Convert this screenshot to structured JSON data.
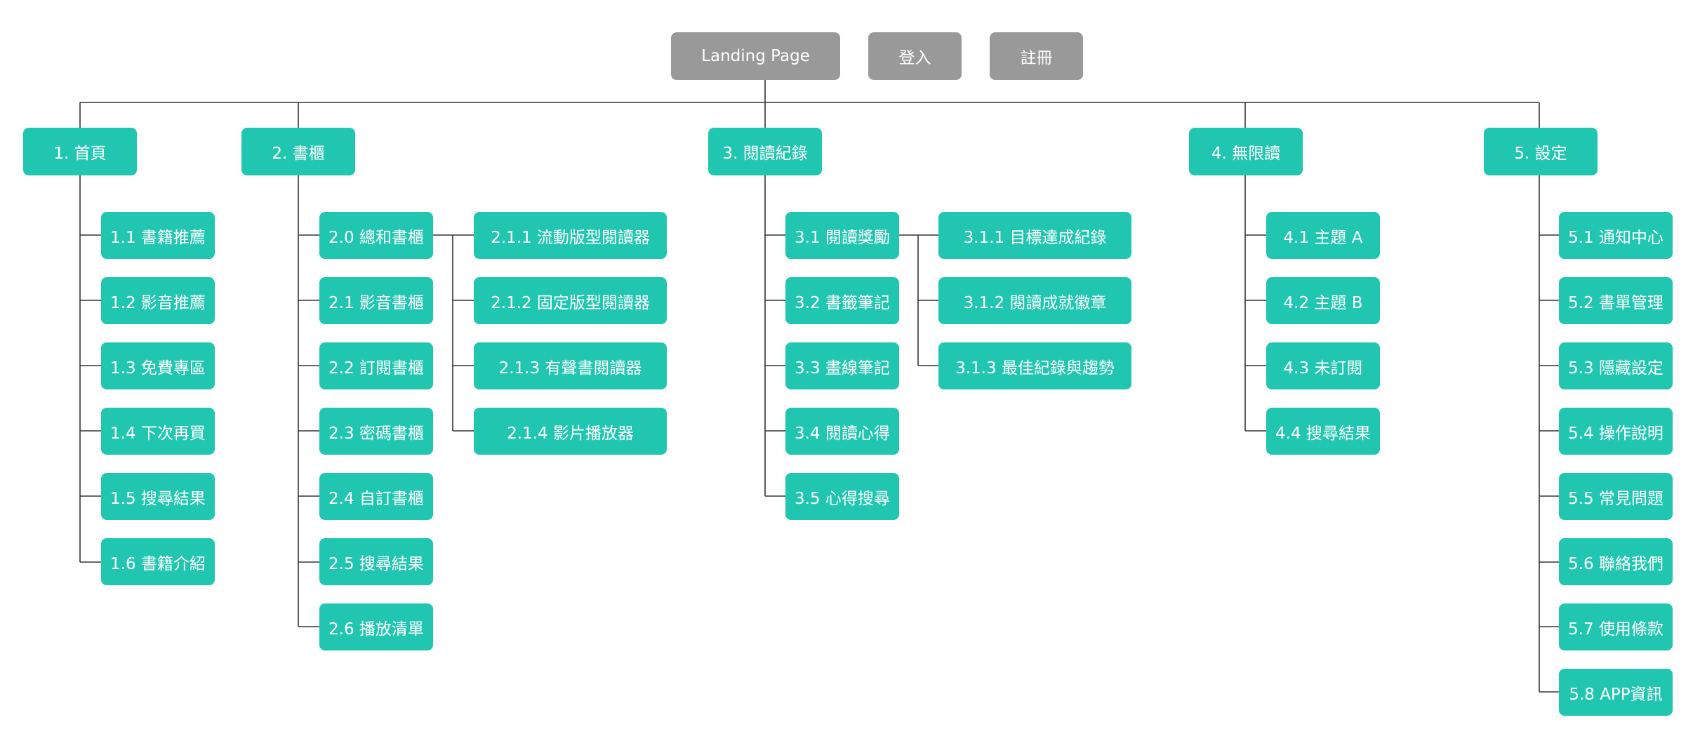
{
  "header": {
    "landing": "Landing Page",
    "login": "登入",
    "register": "註冊"
  },
  "sections": [
    {
      "label": "1. 首頁",
      "children": [
        {
          "label": "1.1 書籍推薦"
        },
        {
          "label": "1.2 影音推薦"
        },
        {
          "label": "1.3 免費專區"
        },
        {
          "label": "1.4 下次再買"
        },
        {
          "label": "1.5 搜尋結果"
        },
        {
          "label": "1.6 書籍介紹"
        }
      ]
    },
    {
      "label": "2. 書櫃",
      "children": [
        {
          "label": "2.0 總和書櫃",
          "children": [
            "2.1.1 流動版型閱讀器",
            "2.1.2 固定版型閱讀器",
            "2.1.3 有聲書閱讀器",
            "2.1.4 影片播放器"
          ]
        },
        {
          "label": "2.1 影音書櫃"
        },
        {
          "label": "2.2 訂閱書櫃"
        },
        {
          "label": "2.3 密碼書櫃"
        },
        {
          "label": "2.4 自訂書櫃"
        },
        {
          "label": "2.5 搜尋結果"
        },
        {
          "label": "2.6 播放清單"
        }
      ]
    },
    {
      "label": "3. 閱讀紀錄",
      "children": [
        {
          "label": "3.1 閱讀獎勵",
          "children": [
            "3.1.1 目標達成紀錄",
            "3.1.2 閱讀成就徽章",
            "3.1.3 最佳紀錄與趨勢"
          ]
        },
        {
          "label": "3.2 書籤筆記"
        },
        {
          "label": "3.3 畫線筆記"
        },
        {
          "label": "3.4 閱讀心得"
        },
        {
          "label": "3.5 心得搜尋"
        }
      ]
    },
    {
      "label": "4. 無限讀",
      "children": [
        {
          "label": "4.1 主題 A"
        },
        {
          "label": "4.2 主題 B"
        },
        {
          "label": "4.3 未訂閱"
        },
        {
          "label": "4.4 搜尋結果"
        }
      ]
    },
    {
      "label": "5. 設定",
      "children": [
        {
          "label": "5.1 通知中心"
        },
        {
          "label": "5.2 書單管理"
        },
        {
          "label": "5.3 隱藏設定"
        },
        {
          "label": "5.4 操作說明"
        },
        {
          "label": "5.5 常見問題"
        },
        {
          "label": "5.6 聯絡我們"
        },
        {
          "label": "5.7 使用條款"
        },
        {
          "label": "5.8 APP資訊"
        }
      ]
    }
  ],
  "colors": {
    "node": "#21c6b0",
    "header_node": "#999999",
    "line": "#333333",
    "text": "#ffffff"
  }
}
